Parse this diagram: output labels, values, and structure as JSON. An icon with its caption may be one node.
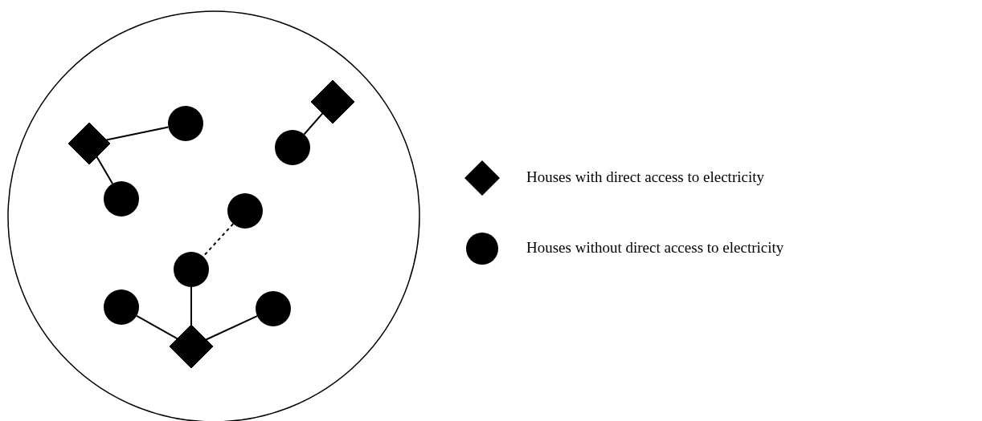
{
  "diagram": {
    "nodes": [
      {
        "text": [],
        "shape": "circle"
      },
      {
        "text": [],
        "shape": "diamond",
        "in": 0
      },
      {
        "text": [],
        "shape": "circle",
        "in": 0
      },
      {
        "text": [],
        "shape": "diamond",
        "in": 0
      },
      {
        "text": [],
        "shape": "circle",
        "in": 0
      },
      {
        "text": [],
        "shape": "circle",
        "in": 0
      },
      {
        "text": [],
        "shape": "circle",
        "in": 0
      },
      {
        "text": [],
        "shape": "circle",
        "in": 0
      },
      {
        "text": [],
        "shape": "circle",
        "in": 0
      },
      {
        "text": [],
        "shape": "circle",
        "in": 0
      },
      {
        "text": [],
        "shape": "diamond",
        "in": 0
      }
    ],
    "edges": [
      {
        "from": 1,
        "to": 2,
        "arrow": "none"
      },
      {
        "from": 1,
        "to": 5,
        "arrow": "none"
      },
      {
        "from": 3,
        "to": 4,
        "arrow": "none"
      },
      {
        "from": 6,
        "to": 7,
        "arrow": "none",
        "style": "dashed"
      },
      {
        "from": 7,
        "to": 10,
        "arrow": "none"
      },
      {
        "from": 8,
        "to": 10,
        "arrow": "none"
      },
      {
        "from": 9,
        "to": 10,
        "arrow": "none"
      }
    ],
    "legend": [
      {
        "text": "Houses with direct access to electricity"
      },
      {
        "text": "Houses without direct access to electricity"
      }
    ]
  }
}
